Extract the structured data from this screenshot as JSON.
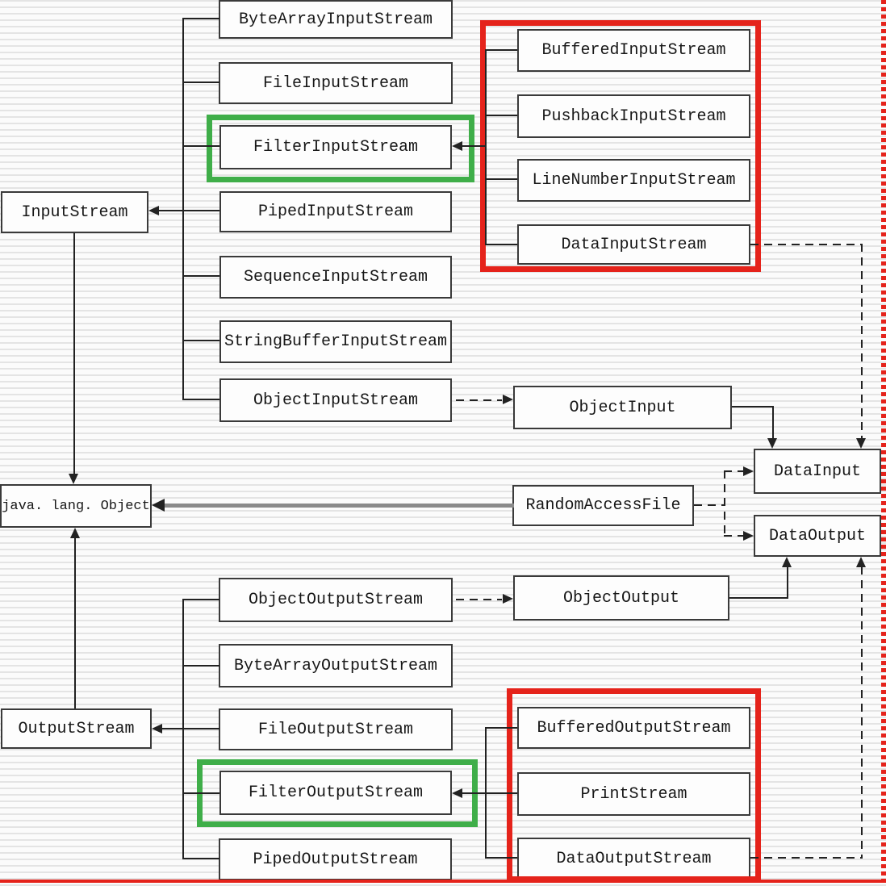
{
  "colors": {
    "highlight_red": "#e5231b",
    "highlight_green": "#3fae49",
    "line": "#222222",
    "thick_line": "#8a8a8a",
    "stripe": "#e4e4e4",
    "box_border": "#3a3a3a"
  },
  "nodes": [
    {
      "id": "byte_array_input_stream",
      "label": "ByteArrayInputStream"
    },
    {
      "id": "file_input_stream",
      "label": "FileInputStream"
    },
    {
      "id": "filter_input_stream",
      "label": "FilterInputStream"
    },
    {
      "id": "piped_input_stream",
      "label": "PipedInputStream"
    },
    {
      "id": "sequence_input_stream",
      "label": "SequenceInputStream"
    },
    {
      "id": "string_buffer_input_stream",
      "label": "StringBufferInputStream"
    },
    {
      "id": "object_input_stream",
      "label": "ObjectInputStream"
    },
    {
      "id": "input_stream",
      "label": "InputStream"
    },
    {
      "id": "buffered_input_stream",
      "label": "BufferedInputStream"
    },
    {
      "id": "pushback_input_stream",
      "label": "PushbackInputStream"
    },
    {
      "id": "line_number_input_stream",
      "label": "LineNumberInputStream"
    },
    {
      "id": "data_input_stream",
      "label": "DataInputStream"
    },
    {
      "id": "object_input",
      "label": "ObjectInput"
    },
    {
      "id": "data_input",
      "label": "DataInput"
    },
    {
      "id": "java_lang_object",
      "label": "java. lang. Object"
    },
    {
      "id": "random_access_file",
      "label": "RandomAccessFile"
    },
    {
      "id": "data_output",
      "label": "DataOutput"
    },
    {
      "id": "object_output_stream",
      "label": "ObjectOutputStream"
    },
    {
      "id": "object_output",
      "label": "ObjectOutput"
    },
    {
      "id": "byte_array_output_stream",
      "label": "ByteArrayOutputStream"
    },
    {
      "id": "output_stream",
      "label": "OutputStream"
    },
    {
      "id": "file_output_stream",
      "label": "FileOutputStream"
    },
    {
      "id": "filter_output_stream",
      "label": "FilterOutputStream"
    },
    {
      "id": "piped_output_stream",
      "label": "PipedOutputStream"
    },
    {
      "id": "buffered_output_stream",
      "label": "BufferedOutputStream"
    },
    {
      "id": "print_stream",
      "label": "PrintStream"
    },
    {
      "id": "data_output_stream",
      "label": "DataOutputStream"
    }
  ],
  "edges": [
    {
      "from": "ByteArrayInputStream",
      "to": "InputStream",
      "style": "solid"
    },
    {
      "from": "FileInputStream",
      "to": "InputStream",
      "style": "solid"
    },
    {
      "from": "FilterInputStream",
      "to": "InputStream",
      "style": "solid"
    },
    {
      "from": "PipedInputStream",
      "to": "InputStream",
      "style": "solid"
    },
    {
      "from": "SequenceInputStream",
      "to": "InputStream",
      "style": "solid"
    },
    {
      "from": "StringBufferInputStream",
      "to": "InputStream",
      "style": "solid"
    },
    {
      "from": "ObjectInputStream",
      "to": "InputStream",
      "style": "solid"
    },
    {
      "from": "BufferedInputStream",
      "to": "FilterInputStream",
      "style": "solid"
    },
    {
      "from": "PushbackInputStream",
      "to": "FilterInputStream",
      "style": "solid"
    },
    {
      "from": "LineNumberInputStream",
      "to": "FilterInputStream",
      "style": "solid"
    },
    {
      "from": "DataInputStream",
      "to": "FilterInputStream",
      "style": "solid"
    },
    {
      "from": "ObjectInputStream",
      "to": "ObjectInput",
      "style": "dashed"
    },
    {
      "from": "ObjectInput",
      "to": "DataInput",
      "style": "solid"
    },
    {
      "from": "DataInputStream",
      "to": "DataInput",
      "style": "dashed"
    },
    {
      "from": "InputStream",
      "to": "java. lang. Object",
      "style": "solid"
    },
    {
      "from": "OutputStream",
      "to": "java. lang. Object",
      "style": "solid"
    },
    {
      "from": "RandomAccessFile",
      "to": "java. lang. Object",
      "style": "solid"
    },
    {
      "from": "RandomAccessFile",
      "to": "DataInput",
      "style": "dashed"
    },
    {
      "from": "RandomAccessFile",
      "to": "DataOutput",
      "style": "dashed"
    },
    {
      "from": "ObjectOutputStream",
      "to": "OutputStream",
      "style": "solid"
    },
    {
      "from": "ByteArrayOutputStream",
      "to": "OutputStream",
      "style": "solid"
    },
    {
      "from": "FileOutputStream",
      "to": "OutputStream",
      "style": "solid"
    },
    {
      "from": "FilterOutputStream",
      "to": "OutputStream",
      "style": "solid"
    },
    {
      "from": "PipedOutputStream",
      "to": "OutputStream",
      "style": "solid"
    },
    {
      "from": "ObjectOutputStream",
      "to": "ObjectOutput",
      "style": "dashed"
    },
    {
      "from": "ObjectOutput",
      "to": "DataOutput",
      "style": "solid"
    },
    {
      "from": "BufferedOutputStream",
      "to": "FilterOutputStream",
      "style": "solid"
    },
    {
      "from": "PrintStream",
      "to": "FilterOutputStream",
      "style": "solid"
    },
    {
      "from": "DataOutputStream",
      "to": "FilterOutputStream",
      "style": "solid"
    },
    {
      "from": "DataOutputStream",
      "to": "DataOutput",
      "style": "dashed"
    }
  ],
  "annotations": {
    "red_box_input_group": [
      "BufferedInputStream",
      "PushbackInputStream",
      "LineNumberInputStream",
      "DataInputStream"
    ],
    "red_box_output_group": [
      "BufferedOutputStream",
      "PrintStream",
      "DataOutputStream"
    ],
    "green_box_input": [
      "FilterInputStream"
    ],
    "green_box_output": [
      "FilterOutputStream"
    ]
  }
}
